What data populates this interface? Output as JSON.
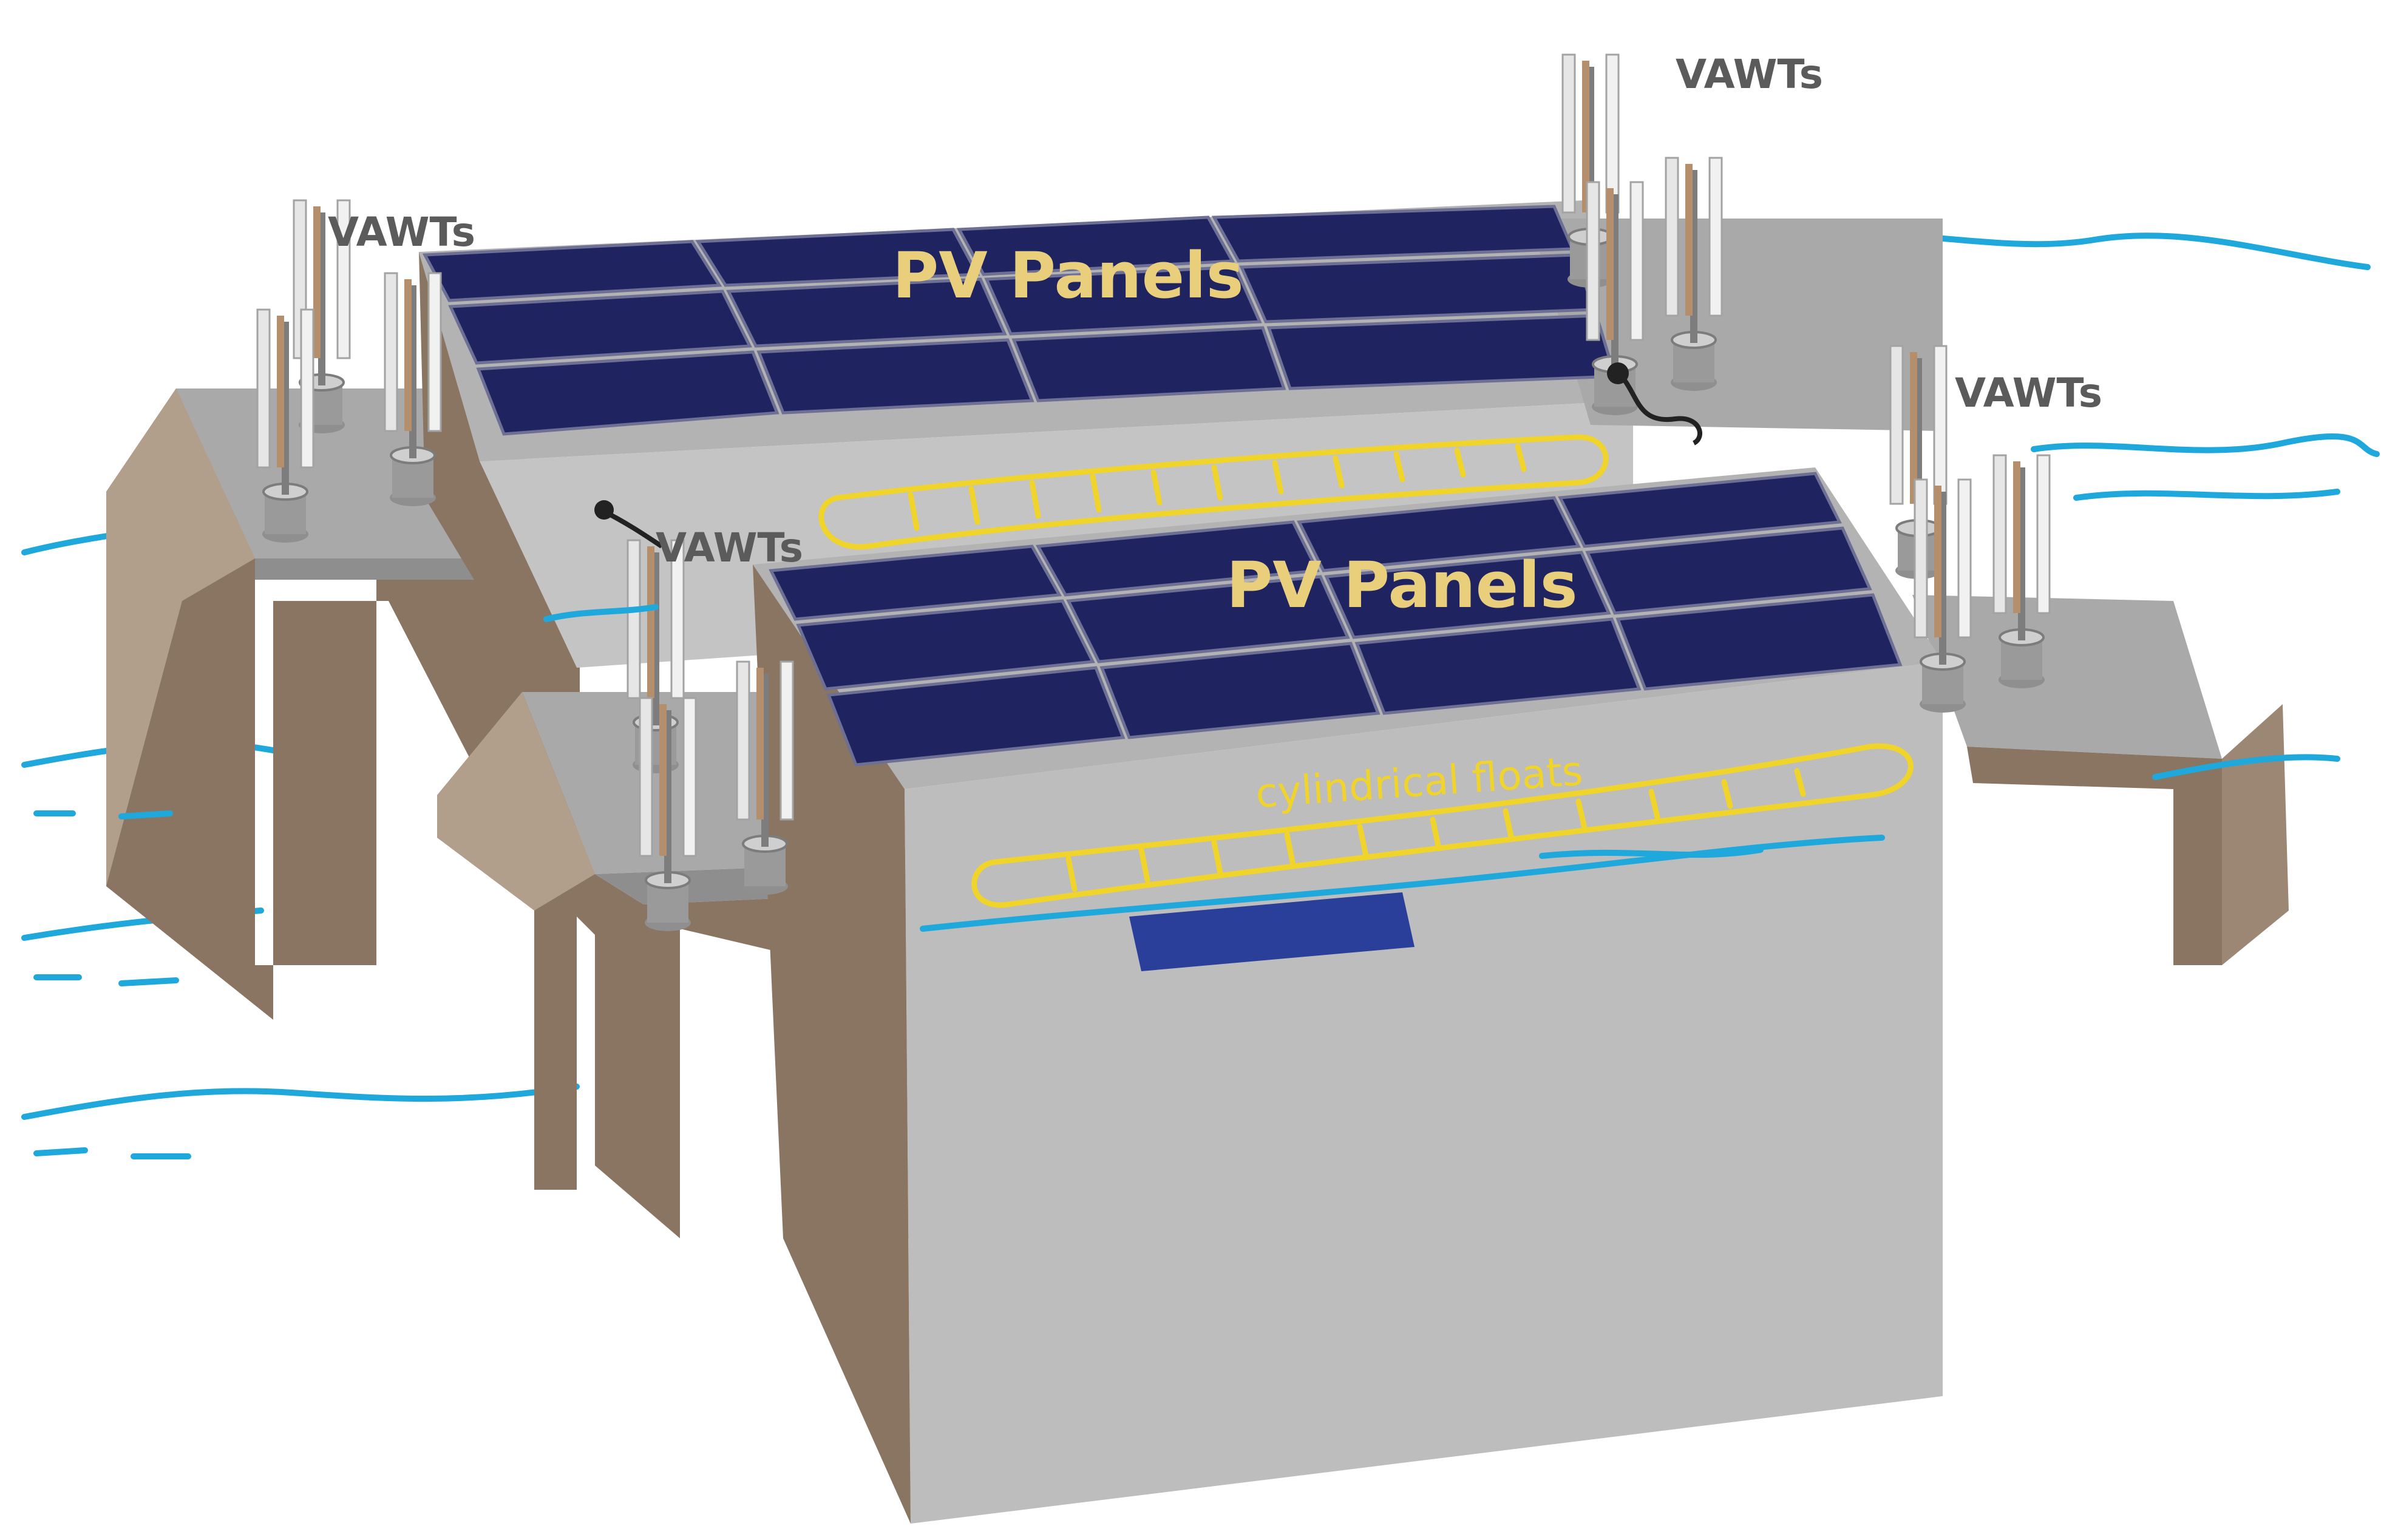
{
  "labels": {
    "vawt_top_left": "VAWTs",
    "vawt_top_right": "VAWTs",
    "vawt_mid_right": "VAWTs",
    "vawt_center": "VAWTs",
    "pv_back": "PV Panels",
    "pv_front": "PV Panels",
    "floats": "cylindrical floats"
  },
  "colors": {
    "panel": "#1f2461",
    "platform": "#b9b9b9",
    "pontoon": "#8a7562",
    "water": "#1ea8dc",
    "float_outline": "#f0d42a",
    "label_gold": "#e9cf7c"
  }
}
